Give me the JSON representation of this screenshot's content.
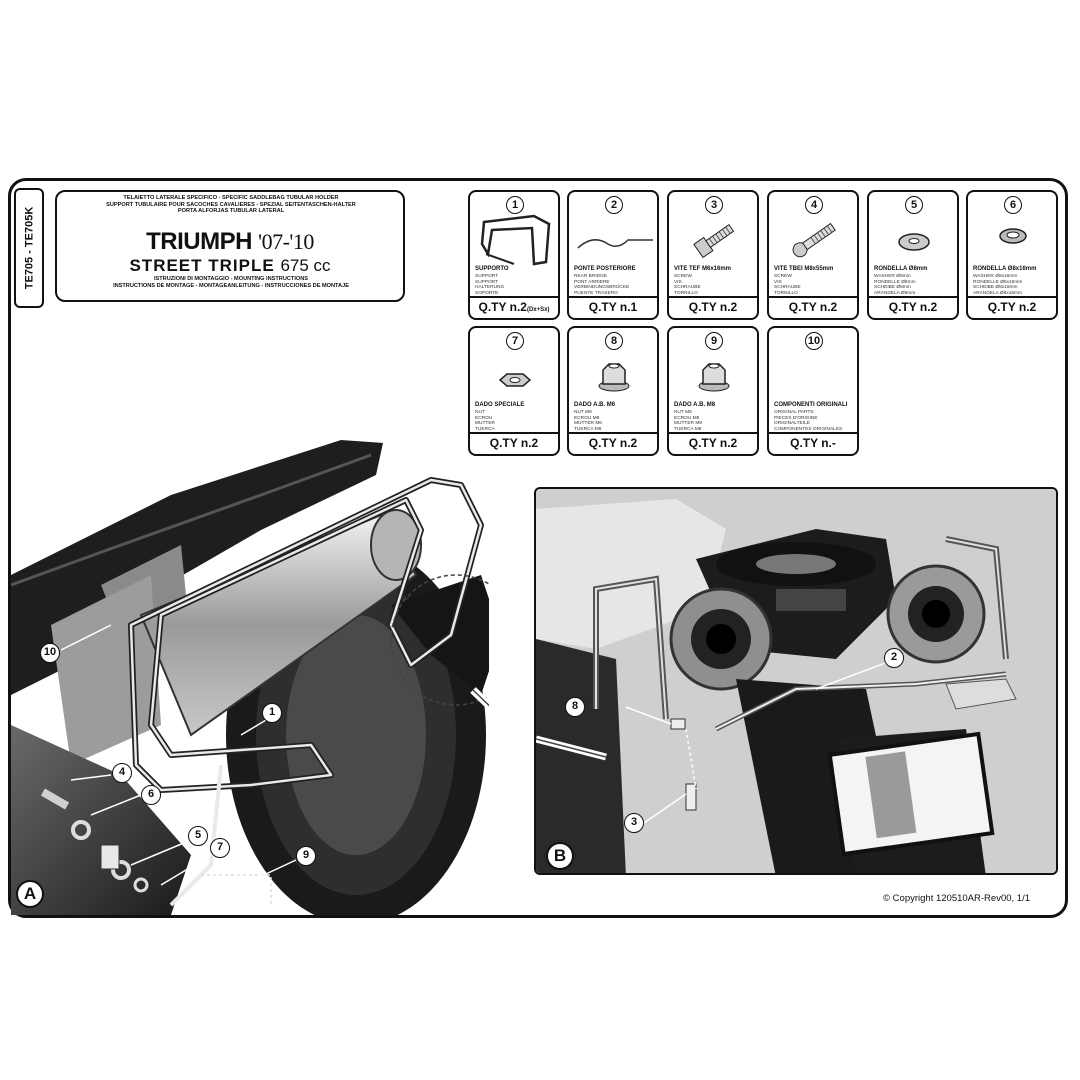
{
  "side_code": "TE705 - TE705K",
  "title_box": {
    "top_text": "TELAIETTO LATERALE SPECIFICO - SPECIFIC SADDLEBAG TUBULAR HOLDER\nSUPPORT TUBULAIRE POUR SACOCHES CAVALIERES - SPEZIAL SEITENTASCHEN-HALTER\nPORTA ALFORJAS TUBULAR LATERAL",
    "brand": "TRIUMPH",
    "years": "'07-'10",
    "model": "STREET TRIPLE",
    "cc": "675 cc",
    "bottom_text": "ISTRUZIONI DI MONTAGGIO - MOUNTING INSTRUCTIONS\nINSTRUCTIONS DE MONTAGE - MONTAGEANLEITUNG - INSTRUCCIONES DE MONTAJE"
  },
  "parts": [
    {
      "num": "1",
      "name": "SUPPORTO",
      "desc": "SUPPORT\nSUPPORT\nHALTERUNG\nSOPORTE",
      "qty": "Q.TY n.2",
      "qty_sub": "(Dx+Sx)",
      "icon": "tubular-frame-icon"
    },
    {
      "num": "2",
      "name": "PONTE POSTERIORE",
      "desc": "REAR BRIDGE\nPONT ARRIERE\nVERBINDUNGSBRÜCKE\nPUENTE TRASERO",
      "qty": "Q.TY n.1",
      "qty_sub": "",
      "icon": "rear-bridge-icon"
    },
    {
      "num": "3",
      "name": "VITE TEF M6x16mm",
      "desc": "SCREW\nVIS\nSCHRAUBE\nTORNILLO",
      "qty": "Q.TY n.2",
      "qty_sub": "",
      "icon": "hex-screw-icon"
    },
    {
      "num": "4",
      "name": "VITE TBEI M8x55mm",
      "desc": "SCREW\nVIS\nSCHRAUBE\nTORNILLO",
      "qty": "Q.TY n.2",
      "qty_sub": "",
      "icon": "allen-screw-icon"
    },
    {
      "num": "5",
      "name": "RONDELLA Ø8mm",
      "desc": "WASHER Ø8mm\nRONDELLE Ø8mm\nSCHEIBE Ø8mm\nARANDELA Ø8mm",
      "qty": "Q.TY n.2",
      "qty_sub": "",
      "icon": "washer-icon"
    },
    {
      "num": "6",
      "name": "RONDELLA Ø8x16mm",
      "desc": "WASHER Ø8x16mm\nRONDELLE Ø8x16mm\nSCHEIBE Ø8x16mm\nARANDELA Ø8x16mm",
      "qty": "Q.TY n.2",
      "qty_sub": "",
      "icon": "large-washer-icon"
    },
    {
      "num": "7",
      "name": "DADO SPECIALE",
      "desc": "NUT\nECROU\nMUTTER\nTUERCA",
      "qty": "Q.TY n.2",
      "qty_sub": "",
      "icon": "special-nut-icon"
    },
    {
      "num": "8",
      "name": "DADO A.B. M6",
      "desc": "NUT M6\nECROU M6\nMUTTER M6\nTUERCA M6",
      "qty": "Q.TY n.2",
      "qty_sub": "",
      "icon": "flange-nut-icon"
    },
    {
      "num": "9",
      "name": "DADO A.B. M8",
      "desc": "NUT M8\nECROU M8\nMUTTER M8\nTUERCA M8",
      "qty": "Q.TY n.2",
      "qty_sub": "",
      "icon": "flange-nut-icon"
    },
    {
      "num": "10",
      "name": "COMPONENTI ORIGINALI",
      "desc": "ORIGINAL PARTS\nPIECES D'ORIGINE\nORIGINALTEILE\nCOMPONENTES ORIGINALES",
      "qty": "Q.TY n.-",
      "qty_sub": "",
      "icon": "none"
    }
  ],
  "figure_a": {
    "label": "A",
    "callouts": [
      "10",
      "1",
      "4",
      "6",
      "5",
      "7",
      "9"
    ]
  },
  "figure_b": {
    "label": "B",
    "callouts": [
      "2",
      "8",
      "3"
    ]
  },
  "copyright": "© Copyright 120510AR-Rev00, 1/1"
}
